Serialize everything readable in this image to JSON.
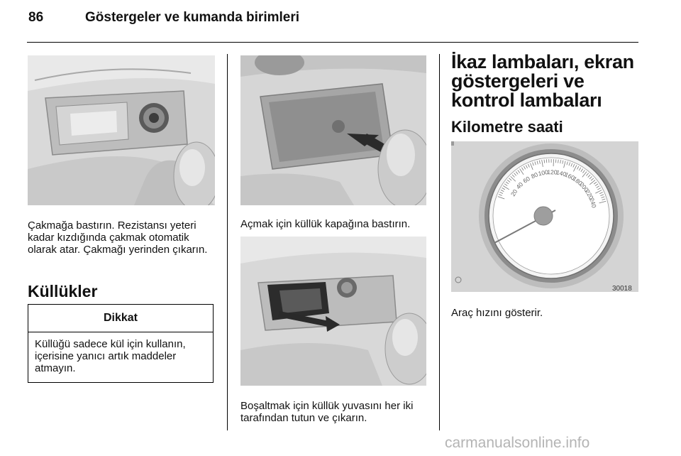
{
  "header": {
    "page_number": "86",
    "running_title": "Göstergeler ve kumanda birimleri"
  },
  "left_column": {
    "lighter_text": "Çakmağa bastırın. Rezistansı yeteri kadar kızdığında çakmak otomatik olarak atar. Çakmağı yerinden çıkarın.",
    "section_title": "Küllükler",
    "notice": {
      "title": "Dikkat",
      "body": "Küllüğü sadece kül için kullanın, içerisine yanıcı artık maddeler atmayın."
    }
  },
  "middle_column": {
    "open_caption": "Açmak için küllük kapağına bastırın.",
    "empty_caption": "Boşaltmak için küllük yuvasını her iki tarafından tutun ve çıkarın."
  },
  "right_column": {
    "chapter_title": "İkaz lambaları, ekran göstergeleri ve kontrol lambaları",
    "section_title": "Kilometre saati",
    "figure_number": "30018",
    "caption": "Araç hızını gösterir.",
    "speedometer_scale": [
      "20",
      "40",
      "60",
      "80",
      "100",
      "120",
      "140",
      "160",
      "180",
      "200",
      "220",
      "240"
    ]
  },
  "watermark": "carmanualsonline.info"
}
